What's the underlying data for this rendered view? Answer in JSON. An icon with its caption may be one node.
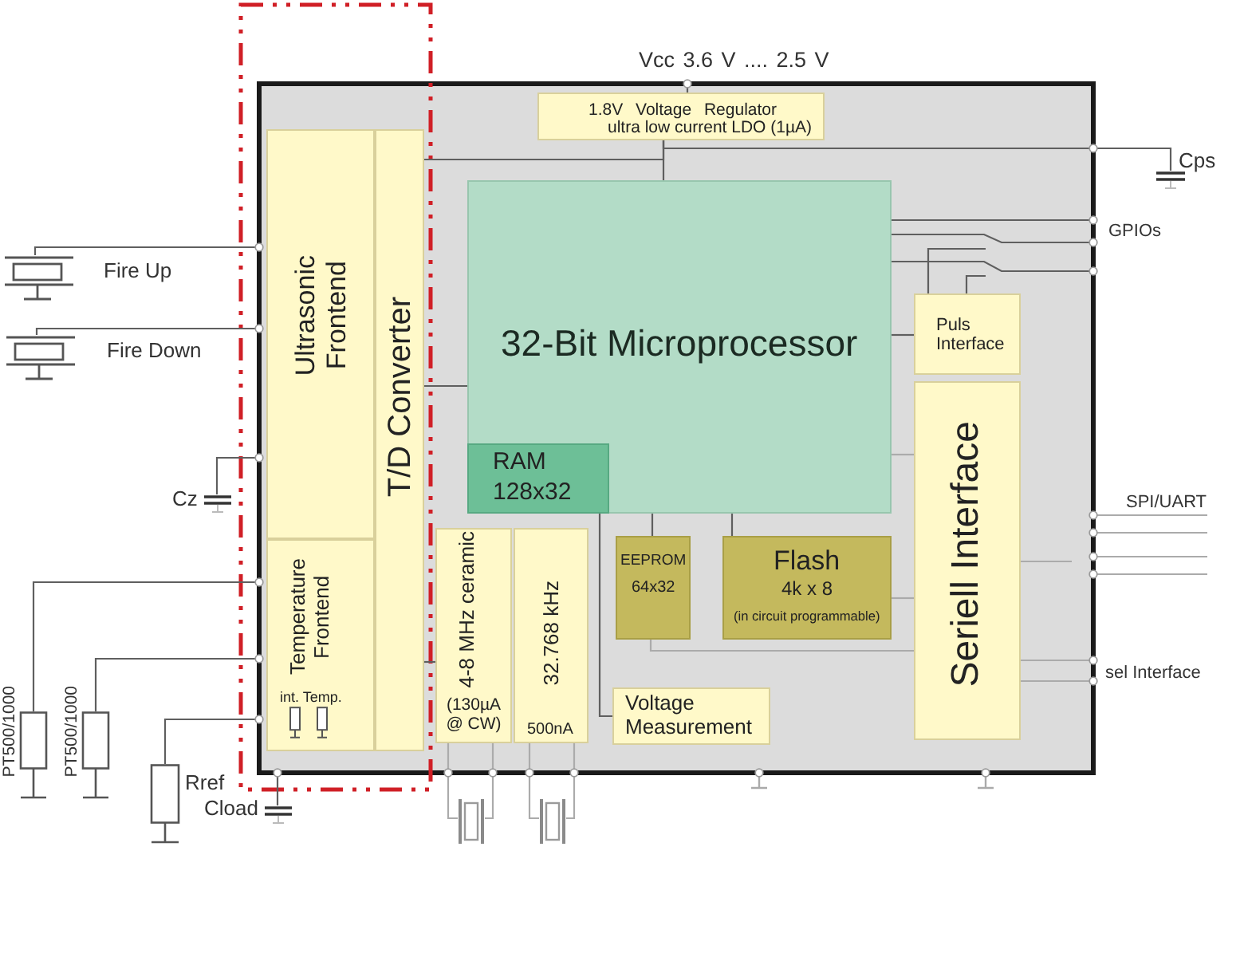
{
  "diagram": {
    "nodes": [
      {
        "text": [],
        "shape": "box"
      },
      {
        "text": [
          "1.8V Voltage Regulator",
          "ultra low current LDO (1µA)"
        ],
        "in": 0
      },
      {
        "text": [
          "Ultrasonic Frontend"
        ],
        "in": 0
      },
      {
        "text": [
          "T/D Converter"
        ],
        "in": 0
      },
      {
        "text": [
          "32-Bit Microprocessor"
        ],
        "in": 0
      },
      {
        "text": [
          "RAM 128x32"
        ],
        "in": 4
      },
      {
        "text": [
          "Puls Interface"
        ],
        "in": 0
      },
      {
        "text": [
          "Seriell Interface"
        ],
        "in": 0
      },
      {
        "text": [
          "Temperature Frontend",
          "int. Temp."
        ],
        "in": 0
      },
      {
        "text": [
          "4-8 MHz ceramic",
          "(130µA @ CW)"
        ],
        "in": 0
      },
      {
        "text": [
          "32.768 kHz",
          "500nA"
        ],
        "in": 0
      },
      {
        "text": [
          "EEPROM",
          "64x32"
        ],
        "in": 0
      },
      {
        "text": [
          "Flash",
          "4k x 8",
          "(in circuit programmable)"
        ],
        "in": 0
      },
      {
        "text": [
          "Voltage Measurement"
        ],
        "in": 0
      },
      {
        "text": [],
        "shape": "box",
        "beside": [
          "Fire Up"
        ]
      },
      {
        "text": [],
        "shape": "box",
        "beside": [
          "Fire Down"
        ]
      },
      {
        "text": [],
        "shape": "picture",
        "beside": [
          "Cz"
        ]
      },
      {
        "text": [],
        "shape": "box",
        "beside": [
          "PT500/1000"
        ]
      },
      {
        "text": [],
        "shape": "box",
        "beside": [
          "PT500/1000"
        ]
      },
      {
        "text": [],
        "shape": "box",
        "beside": [
          "Rref"
        ]
      },
      {
        "text": [],
        "shape": "picture",
        "beside": [
          "Cload"
        ]
      },
      {
        "text": [],
        "shape": "box"
      },
      {
        "text": [],
        "shape": "box"
      },
      {
        "text": [],
        "shape": "picture",
        "beside": [
          "Cps"
        ]
      },
      {
        "text": [
          "SPI/UART"
        ]
      }
    ],
    "edges": [
      {
        "from": 0,
        "to": 1,
        "arrow": "none"
      },
      {
        "from": 1,
        "to": 4,
        "arrow": "none"
      },
      {
        "from": 1,
        "to": 3,
        "arrow": "none"
      },
      {
        "from": 1,
        "to": 23,
        "arrow": "none"
      },
      {
        "from": 4,
        "to": 0,
        "arrow": "none"
      },
      {
        "from": 4,
        "to": 0,
        "arrow": "none"
      },
      {
        "from": 4,
        "to": 0,
        "arrow": "none"
      },
      {
        "from": 6,
        "to": null,
        "arrow": "none"
      },
      {
        "from": 6,
        "to": null,
        "arrow": "none"
      },
      {
        "from": 4,
        "to": 6,
        "arrow": "none"
      },
      {
        "from": 3,
        "to": 4,
        "arrow": "none"
      },
      {
        "from": 4,
        "to": 7,
        "arrow": "none",
        "color": "#ababab"
      },
      {
        "from": 4,
        "to": 11,
        "arrow": "none"
      },
      {
        "from": 4,
        "to": 12,
        "arrow": "none"
      },
      {
        "from": 5,
        "to": 13,
        "arrow": "none"
      },
      {
        "from": 3,
        "to": 9,
        "arrow": "none"
      },
      {
        "from": 12,
        "to": 7,
        "arrow": "none",
        "color": "#ababab"
      },
      {
        "from": 11,
        "to": 7,
        "arrow": "none",
        "color": "#ababab"
      },
      {
        "from": 7,
        "to": null,
        "arrow": "none",
        "color": "#ababab"
      },
      {
        "from": 7,
        "to": 0,
        "arrow": "none",
        "color": "#ababab"
      },
      {
        "from": 7,
        "to": 0,
        "arrow": "none",
        "color": "#ababab"
      },
      {
        "from": 0,
        "to": 24,
        "arrow": "none",
        "color": "#ababab"
      },
      {
        "from": 0,
        "to": 24,
        "arrow": "none",
        "color": "#ababab"
      },
      {
        "from": 0,
        "to": 24,
        "arrow": "none",
        "color": "#ababab"
      },
      {
        "from": 0,
        "to": 24,
        "arrow": "none",
        "color": "#ababab"
      },
      {
        "from": 14,
        "to": 0,
        "arrow": "none"
      },
      {
        "from": 15,
        "to": 0,
        "arrow": "none"
      },
      {
        "from": 16,
        "to": 0,
        "arrow": "none"
      },
      {
        "from": 17,
        "to": 0,
        "arrow": "none"
      },
      {
        "from": 18,
        "to": 0,
        "arrow": "none"
      },
      {
        "from": 19,
        "to": 0,
        "arrow": "none"
      },
      {
        "from": 20,
        "to": 0,
        "arrow": "none"
      },
      {
        "from": 9,
        "to": 21,
        "arrow": "none",
        "color": "#ababab"
      },
      {
        "from": 9,
        "to": 21,
        "arrow": "none",
        "color": "#ababab"
      },
      {
        "from": 10,
        "to": 22,
        "arrow": "none",
        "color": "#ababab"
      },
      {
        "from": 10,
        "to": 22,
        "arrow": "none",
        "color": "#ababab"
      }
    ],
    "labels": [
      "Vcc 3.6 V .... 2.5 V",
      "GPIOs",
      "sel Interface"
    ]
  }
}
